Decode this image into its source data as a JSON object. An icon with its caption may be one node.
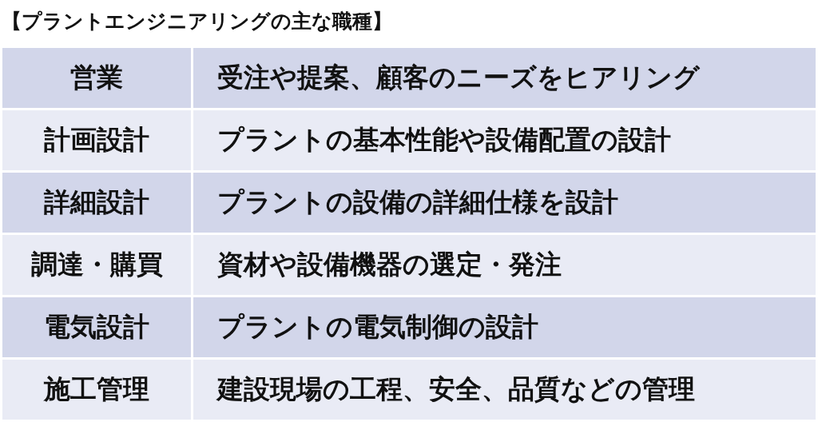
{
  "diagram": {
    "title": "【プラントエンジニアリングの主な職種】",
    "labels": [
      "営業",
      "受注や提案、顧客のニーズをヒアリング",
      "計画設計",
      "プラントの基本性能や設備配置の設計",
      "詳細設計",
      "プラントの設備の詳細仕様を設計",
      "調達・購買",
      "資材や設備機器の選定・発注",
      "電気設計",
      "プラントの電気制御の設計",
      "施工管理",
      "建設現場の工程、安全、品質などの管理"
    ]
  }
}
